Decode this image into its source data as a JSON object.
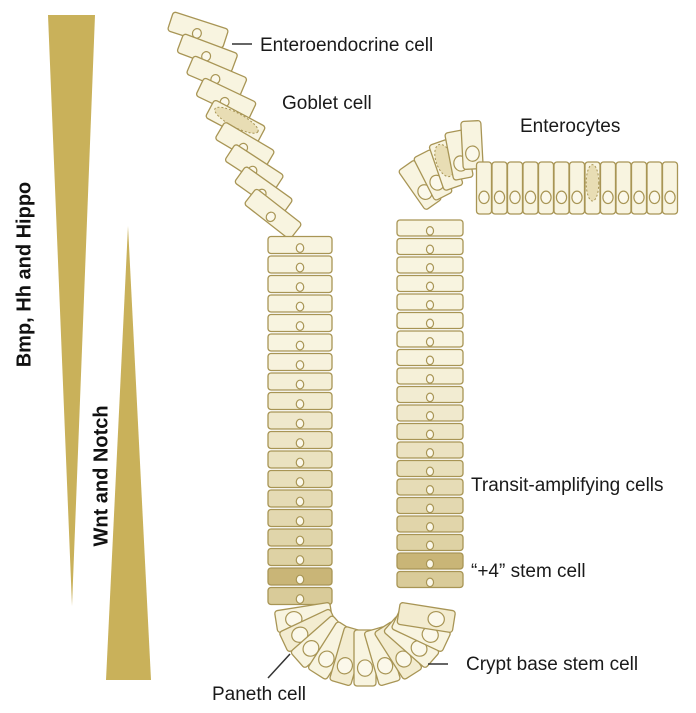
{
  "gradients": {
    "upper": "Bmp, Hh and Hippo",
    "lower": "Wnt and Notch",
    "color": "#c9b15a"
  },
  "labels": {
    "enteroendocrine": "Enteroendocrine cell",
    "goblet": "Goblet cell",
    "enterocytes": "Enterocytes",
    "transit": "Transit-amplifying cells",
    "plus4": "“+4” stem cell",
    "crypt_base": "Crypt base stem cell",
    "paneth": "Paneth cell"
  },
  "colors": {
    "cell_outline": "#a89555",
    "cell_light": "#f8f4e0",
    "cell_dark": "#d9cb99",
    "stem_band": "#c9b577"
  }
}
